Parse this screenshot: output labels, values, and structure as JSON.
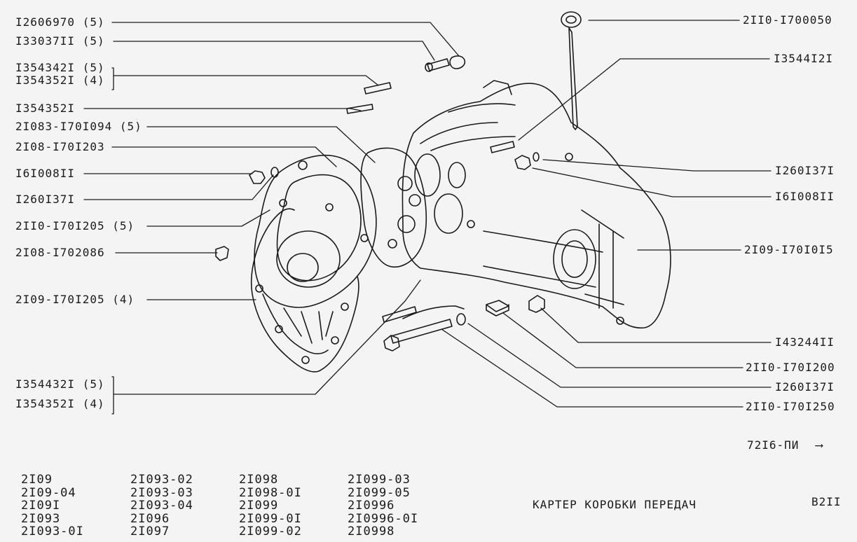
{
  "labels_left": [
    {
      "id": "l1",
      "text": "I2606970 (5)"
    },
    {
      "id": "l2",
      "text": "I33037II (5)"
    },
    {
      "id": "l3",
      "text": "I354342I (5)"
    },
    {
      "id": "l4",
      "text": "I354352I (4)"
    },
    {
      "id": "l5",
      "text": "I354352I"
    },
    {
      "id": "l6",
      "text": "2I083-I70I094 (5)"
    },
    {
      "id": "l7",
      "text": "2I08-I70I203"
    },
    {
      "id": "l8",
      "text": "I6I008II"
    },
    {
      "id": "l9",
      "text": "I260I37I"
    },
    {
      "id": "l10",
      "text": "2II0-I70I205 (5)"
    },
    {
      "id": "l11",
      "text": "2I08-I702086"
    },
    {
      "id": "l12",
      "text": "2I09-I70I205 (4)"
    },
    {
      "id": "l13",
      "text": "I354432I (5)"
    },
    {
      "id": "l14",
      "text": "I354352I (4)"
    }
  ],
  "labels_right": [
    {
      "id": "r1",
      "text": "2II0-I700050"
    },
    {
      "id": "r2",
      "text": "I3544I2I"
    },
    {
      "id": "r3",
      "text": "I260I37I"
    },
    {
      "id": "r4",
      "text": "I6I008II"
    },
    {
      "id": "r5",
      "text": "2I09-I70I0I5"
    },
    {
      "id": "r6",
      "text": "I43244II"
    },
    {
      "id": "r7",
      "text": "2II0-I70I200"
    },
    {
      "id": "r8",
      "text": "I260I37I"
    },
    {
      "id": "r9",
      "text": "2II0-I70I250"
    }
  ],
  "reference": "72I6-ПИ",
  "reference_arrow": "⟶",
  "models": [
    [
      "2I09",
      "2I09-04",
      "2I09I",
      "2I093",
      "2I093-0I"
    ],
    [
      "2I093-02",
      "2I093-03",
      "2I093-04",
      "2I096",
      "2I097"
    ],
    [
      "2I098",
      "2I098-0I",
      "2I099",
      "2I099-0I",
      "2I099-02"
    ],
    [
      "2I099-03",
      "2I099-05",
      "2I0996",
      "2I0996-0I",
      "2I0998"
    ]
  ],
  "title": "КАРТЕР КОРОБКИ ПЕРЕДАЧ",
  "page_number": "B2II",
  "colors": {
    "ink": "#1a1a1a",
    "paper": "#f4f4f4"
  }
}
